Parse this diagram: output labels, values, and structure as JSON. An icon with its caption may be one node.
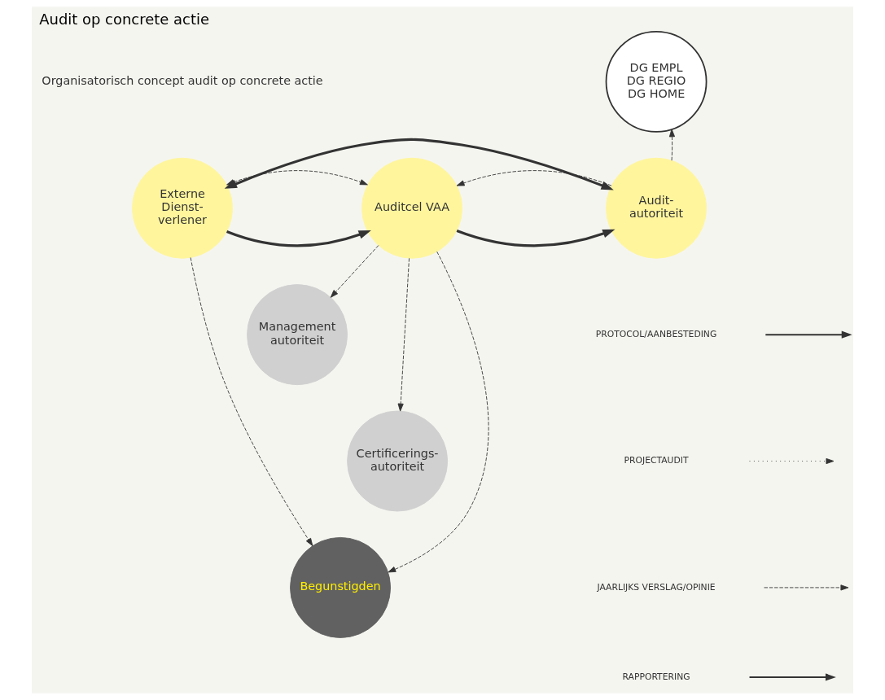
{
  "diagram": {
    "title": "Audit op concrete actie",
    "nodes": [
      {
        "text": [
          "Externe Dienst-verlener"
        ]
      },
      {
        "text": [
          "Auditcel VAA"
        ]
      },
      {
        "text": [
          "Audit-autoriteit"
        ]
      },
      {
        "text": [
          "DG EMPL DG REGIO DG HOME"
        ]
      },
      {
        "text": [
          "Management autoriteit"
        ]
      },
      {
        "text": [
          "Certificerings-autoriteit"
        ]
      },
      {
        "text": [
          "Begunstigden"
        ]
      }
    ],
    "edges": [
      {
        "from": 2,
        "to": 0,
        "arrow": "both",
        "style": "thick"
      },
      {
        "from": 0,
        "to": 1,
        "arrow": "to",
        "style": "thick"
      },
      {
        "from": 0,
        "to": 1,
        "arrow": "both",
        "style": "dashed"
      },
      {
        "from": 1,
        "to": 2,
        "arrow": "to",
        "style": "thick"
      },
      {
        "from": 2,
        "to": 1,
        "arrow": "to",
        "style": "dashed"
      },
      {
        "from": 2,
        "to": 3,
        "arrow": "to",
        "style": "dashed"
      },
      {
        "from": 1,
        "to": 4,
        "arrow": "to",
        "style": "dashed"
      },
      {
        "from": 1,
        "to": 5,
        "arrow": "to",
        "style": "dashed"
      },
      {
        "from": 1,
        "to": 6,
        "arrow": "to",
        "style": "dashed"
      },
      {
        "from": 0,
        "to": 6,
        "arrow": "to",
        "style": "dashed"
      }
    ],
    "labels": [
      "Organisatorisch concept audit op concrete actie"
    ],
    "legend": [
      {
        "text": "PROTOCOL/AANBESTEDING"
      },
      {
        "text": "PROJECTAUDIT"
      },
      {
        "text": "JAARLIJKS VERSLAG/OPINIE"
      },
      {
        "text": "RAPPORTERING"
      }
    ]
  }
}
